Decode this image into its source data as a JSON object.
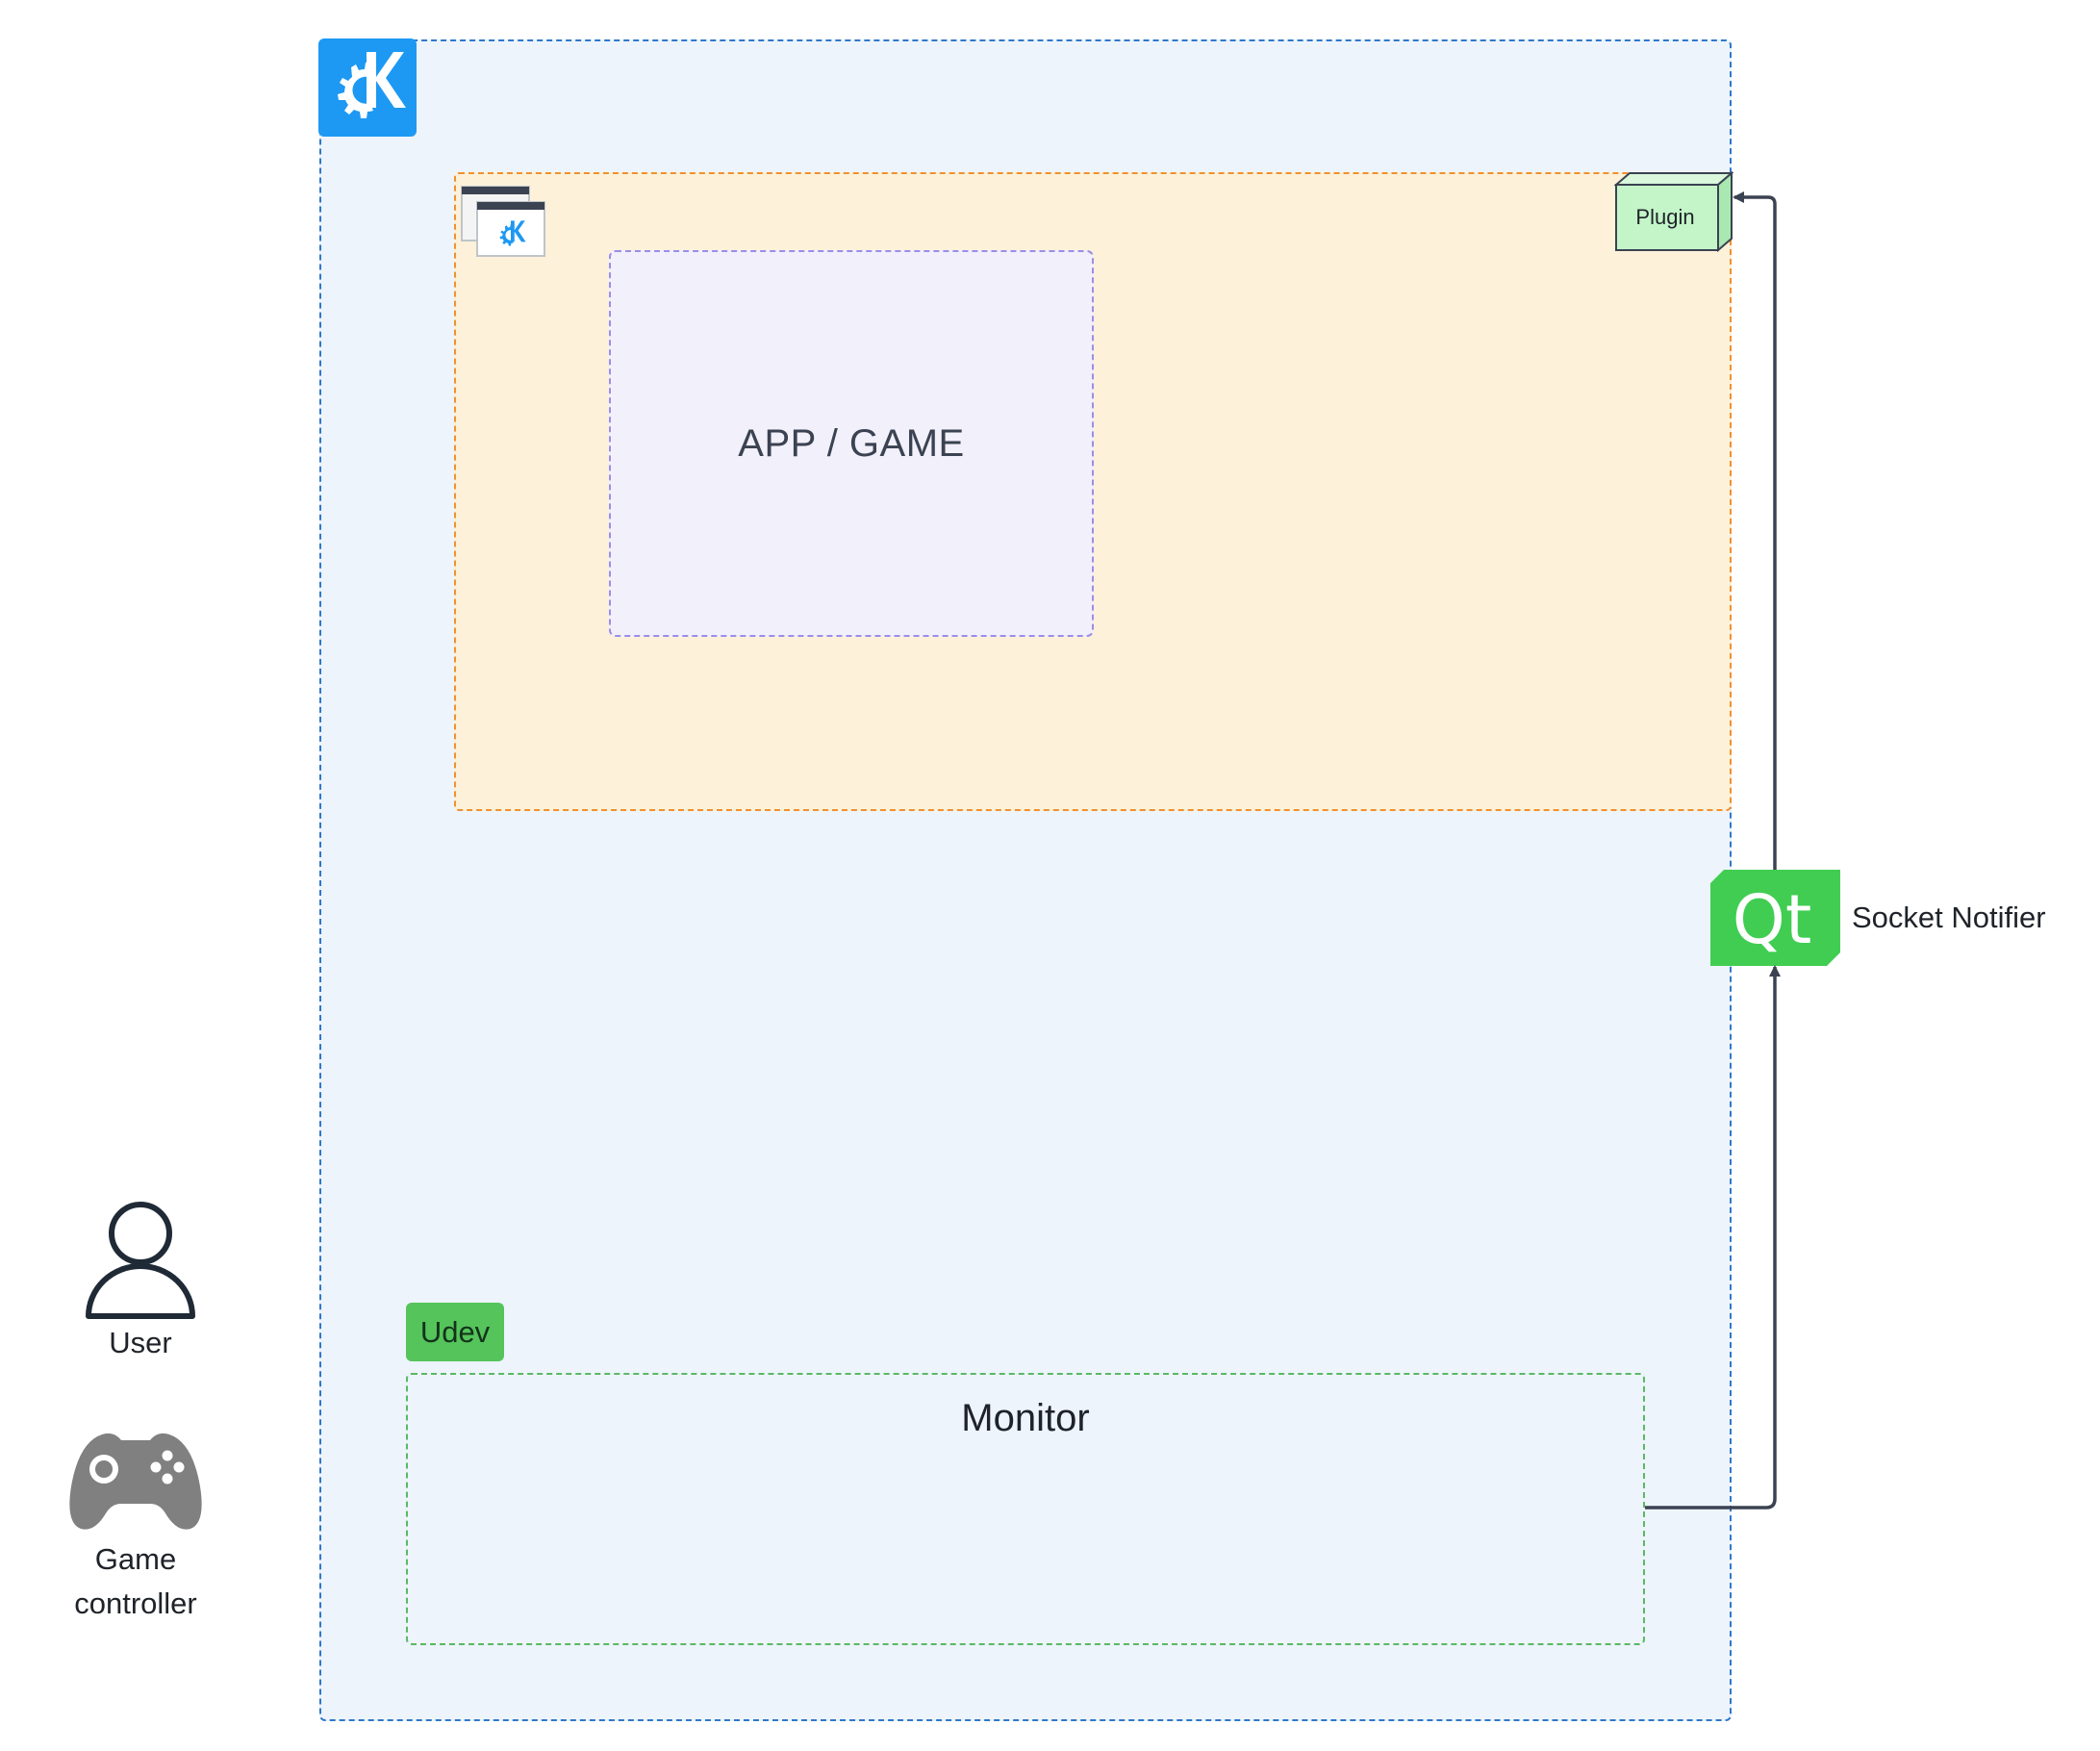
{
  "diagram": {
    "kde_container": {
      "logo_icon": "kde-logo-icon"
    },
    "app_container": {
      "icon": "kde-app-window-icon"
    },
    "game_box": {
      "label": "APP / GAME"
    },
    "plugin": {
      "label": "Plugin"
    },
    "udev": {
      "badge_label": "Udev"
    },
    "monitor": {
      "label": "Monitor"
    },
    "qt": {
      "logo_text": "Qt",
      "label": "Socket Notifier"
    },
    "actors": {
      "user": {
        "label": "User",
        "icon": "user-icon"
      },
      "game_controller": {
        "label_line1": "Game",
        "label_line2": "controller",
        "icon": "gamepad-icon"
      }
    },
    "edges": [
      {
        "from": "Monitor",
        "to": "Qt Socket Notifier"
      },
      {
        "from": "Qt Socket Notifier",
        "to": "Plugin"
      }
    ],
    "colors": {
      "kde_blue": "#1d99f3",
      "kde_frame": "#2f78c9",
      "app_frame": "#f0912f",
      "game_frame": "#9b8ee8",
      "udev_green": "#54c45b",
      "qt_green": "#41cd52",
      "plugin_fill": "#c3f5c8",
      "connector": "#3b4251"
    }
  }
}
